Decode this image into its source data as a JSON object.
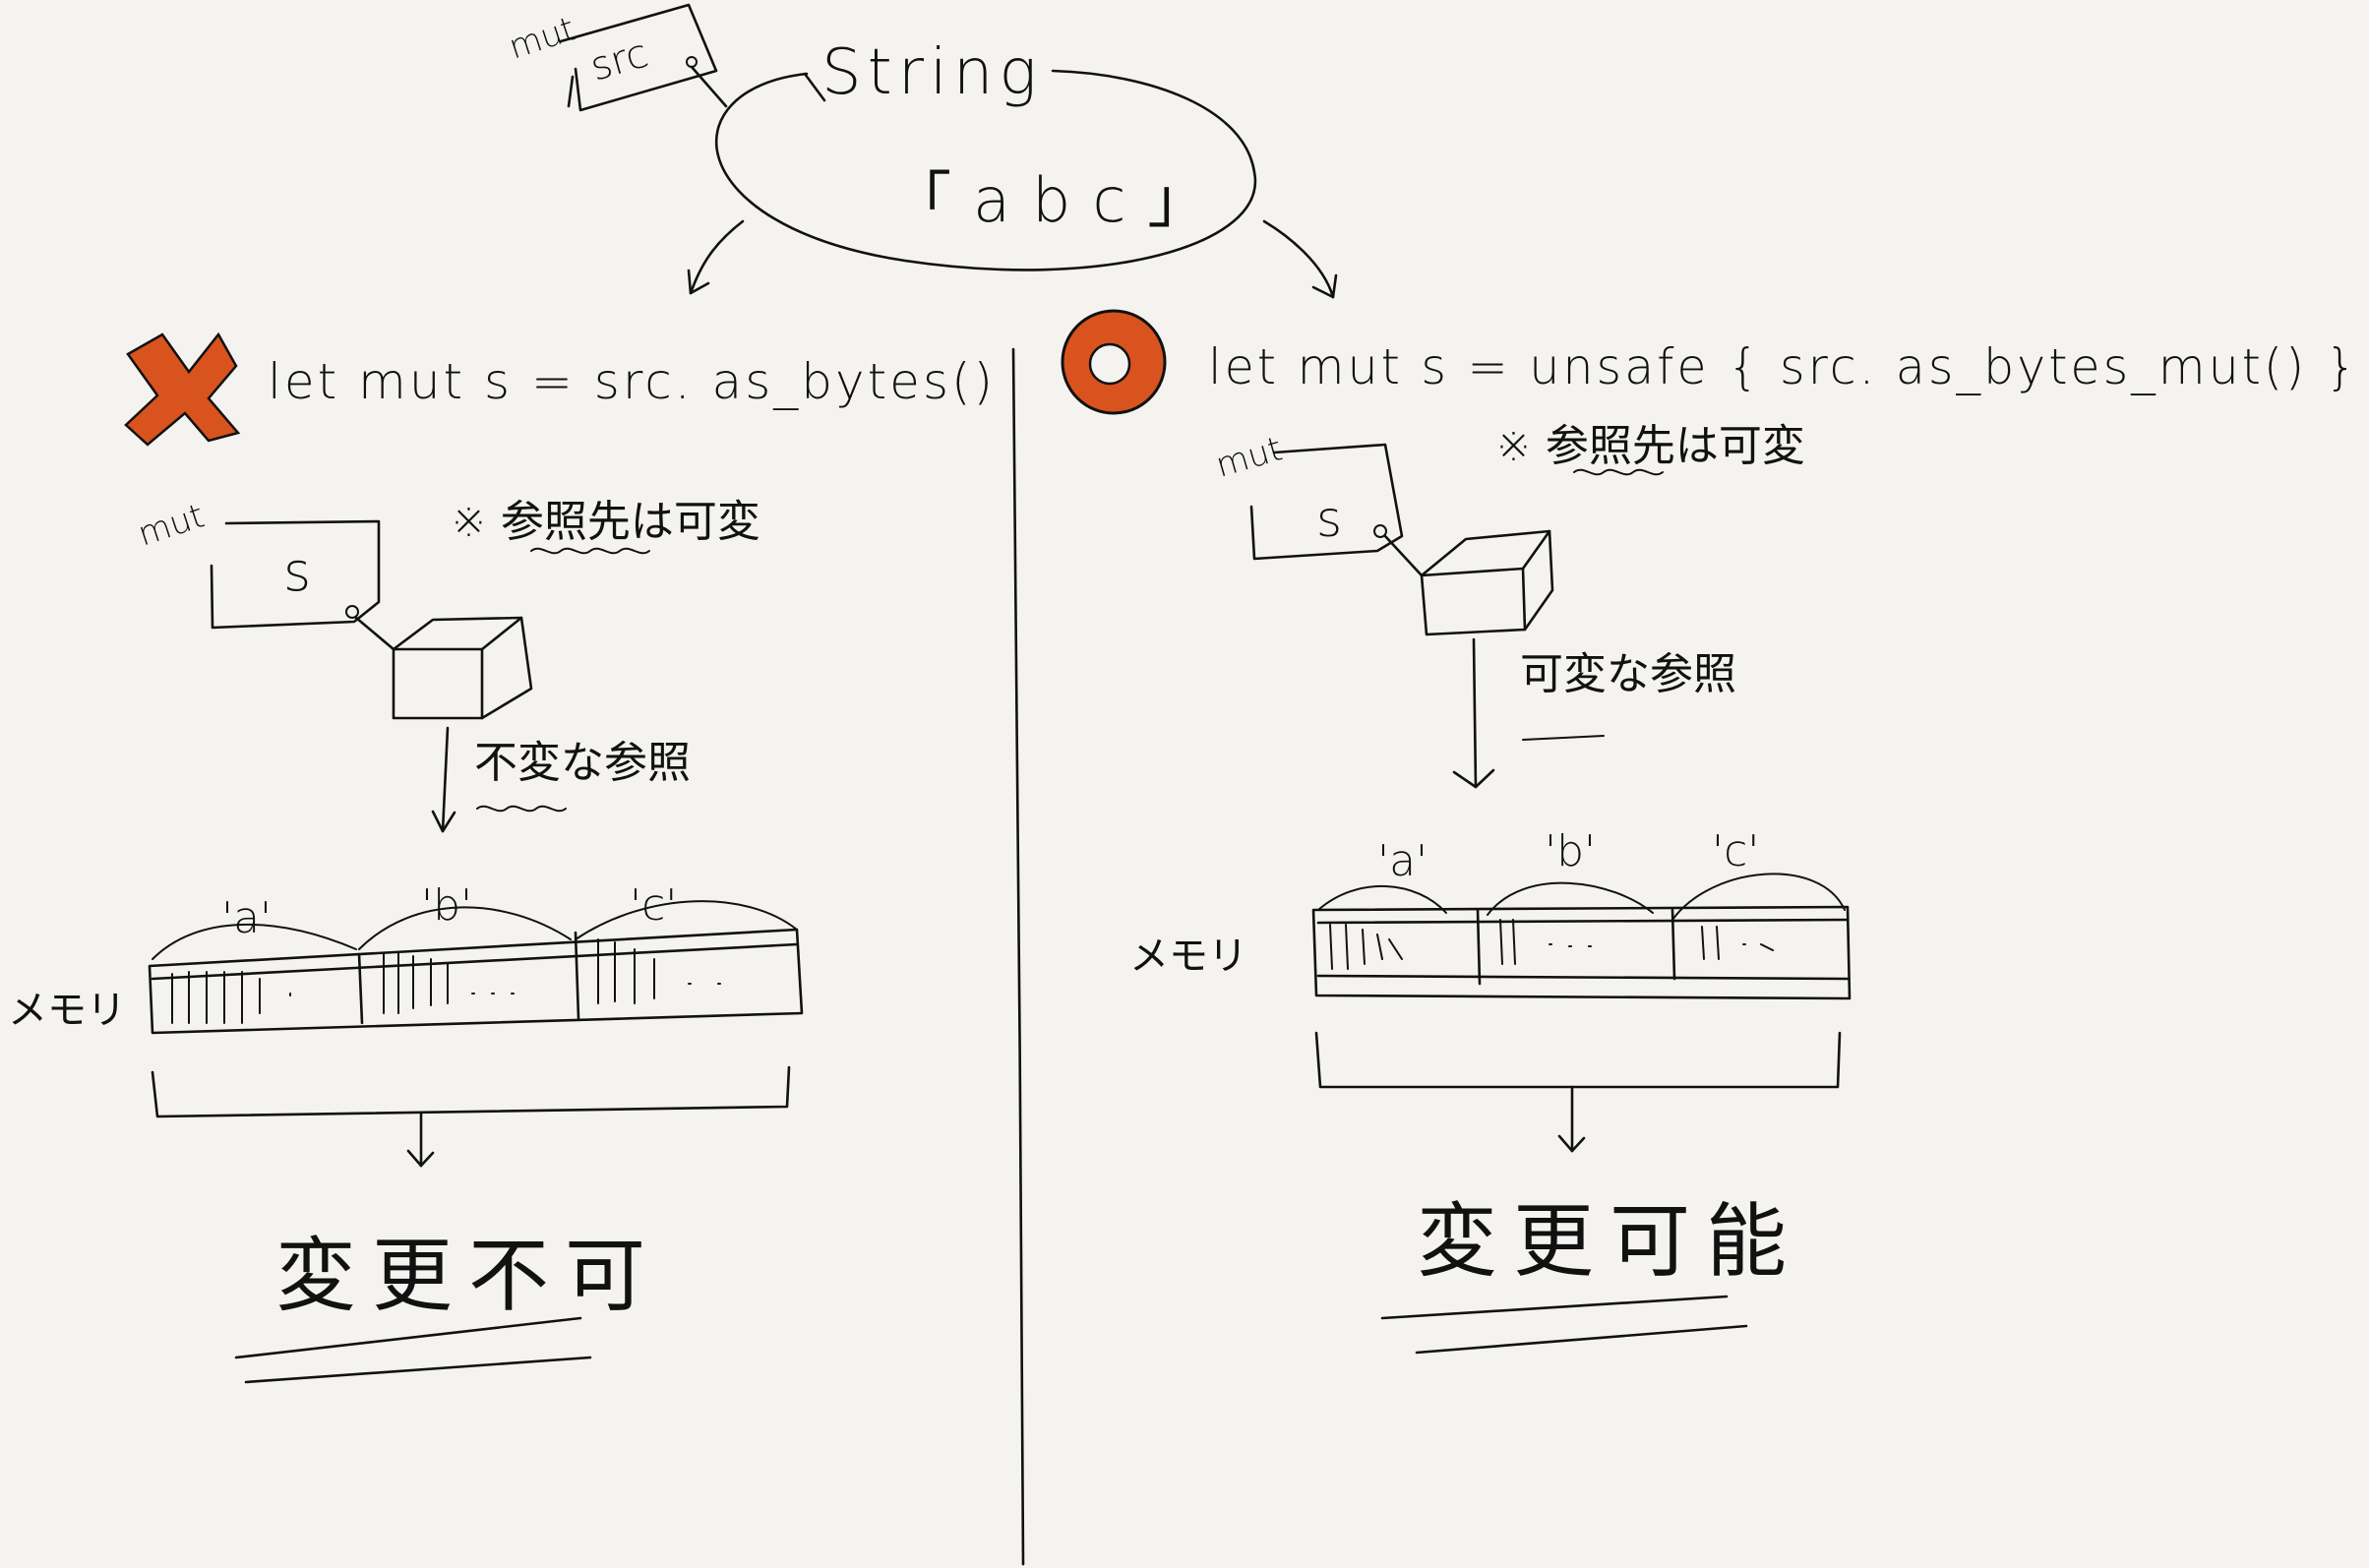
{
  "string_node": {
    "title": "String",
    "value": "「abc」"
  },
  "src_box": {
    "mut": "mut",
    "name": "src"
  },
  "left": {
    "verdict_icon": "cross-icon",
    "code": "let mut s = src. as_bytes()",
    "var_mut": "mut",
    "var_name": "s",
    "note": "※ 参照先は可変",
    "ref_label": "不変な参照",
    "chars": [
      "'a'",
      "'b'",
      "'c'"
    ],
    "memory_label": "メモリ",
    "result": "変更不可"
  },
  "right": {
    "verdict_icon": "circle-icon",
    "code": "let mut s = unsafe { src. as_bytes_mut() }",
    "var_mut": "mut",
    "var_name": "s",
    "note": "※ 参照先は可変",
    "ref_label": "可変な参照",
    "chars": [
      "'a'",
      "'b'",
      "'c'"
    ],
    "memory_label": "メモリ",
    "result": "変更可能"
  },
  "colors": {
    "accent": "#d9531e",
    "ink": "#111111",
    "paper": "#f4f3ef"
  }
}
